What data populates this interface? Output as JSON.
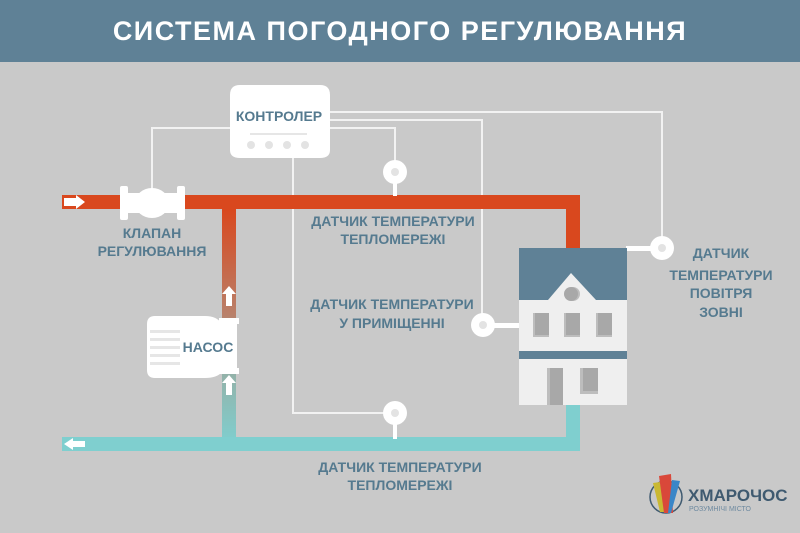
{
  "header": {
    "title": "СИСТЕМА ПОГОДНОГО РЕГУЛЮВАННЯ"
  },
  "controller": {
    "label": "КОНТРОЛЕР"
  },
  "pump": {
    "label": "НАСОС"
  },
  "valve": {
    "label_line1": "КЛАПАН",
    "label_line2": "РЕГУЛЮВАННЯ"
  },
  "sensor_supply": {
    "line1": "ДАТЧИК ТЕМПЕРАТУРИ",
    "line2": "ТЕПЛОМЕРЕЖІ"
  },
  "sensor_indoor": {
    "line1": "ДАТЧИК ТЕМПЕРАТУРИ",
    "line2": "У ПРИМІЩЕННІ"
  },
  "sensor_outdoor": {
    "line1": "ДАТЧИК",
    "line2": "ТЕМПЕРАТУРИ",
    "line3": "ПОВІТРЯ",
    "line4": "ЗОВНІ"
  },
  "sensor_return": {
    "line1": "ДАТЧИК ТЕМПЕРАТУРИ",
    "line2": "ТЕПЛОМЕРЕЖІ"
  },
  "logo": {
    "name": "ХМАРОЧОС",
    "tagline": "РОЗУМНІЧІ МІСТО"
  },
  "colors": {
    "header": "#5f8196",
    "supply": "#d9481e",
    "return": "#7fcfcf",
    "text": "#557a8f",
    "background": "#c9c9c9"
  }
}
